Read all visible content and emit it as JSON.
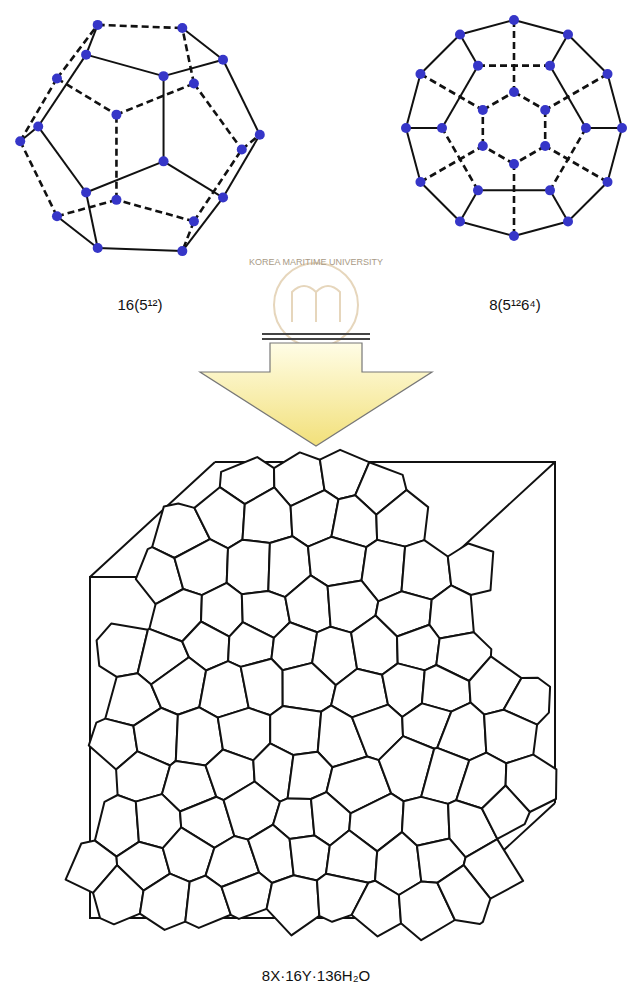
{
  "diagram": {
    "caption": "8X·16Y·136H₂O",
    "labels": [
      "16(5¹²)",
      "8(5¹²6⁴)",
      "KOREA MARITIME UNIVERSITY"
    ]
  }
}
